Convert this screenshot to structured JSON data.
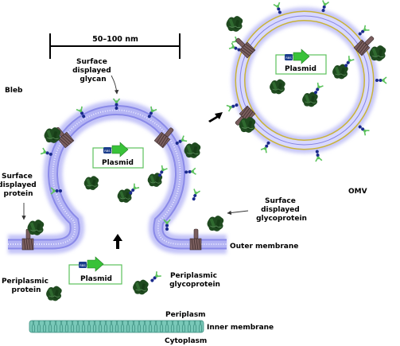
{
  "scale_bar": {
    "label": "50–100 nm"
  },
  "labels": {
    "bleb": "Bleb",
    "omv": "OMV",
    "surface_glycan": [
      "Surface",
      "displayed",
      "glycan"
    ],
    "surface_protein": [
      "Surface",
      "displayed",
      "protein"
    ],
    "surface_glycoprotein": [
      "Surface",
      "displayed",
      "glycoprotein"
    ],
    "periplasmic_protein": [
      "Periplasmic",
      "protein"
    ],
    "periplasmic_glycoprotein": [
      "Periplasmic",
      "glycoprotein"
    ],
    "outer_membrane": "Outer membrane",
    "periplasm": "Periplasm",
    "inner_membrane": "Inner membrane",
    "cytoplasm": "Cytoplasm"
  },
  "plasmid": {
    "label": "Plasmid",
    "badge": "RBS"
  },
  "colors": {
    "membrane_glow": "#b9b9f5",
    "membrane_core": "#7f7fe0",
    "omv_rim": "#c9b338",
    "protein": "#1f4a1f",
    "glycan_stem": "#1a2a8c",
    "glycan_tip": "#5cc25c",
    "arrow": "#000000",
    "plasmid_green": "#39c239",
    "plasmid_blue": "#1a3d8c",
    "inner_membrane": "#5fb8a8"
  }
}
